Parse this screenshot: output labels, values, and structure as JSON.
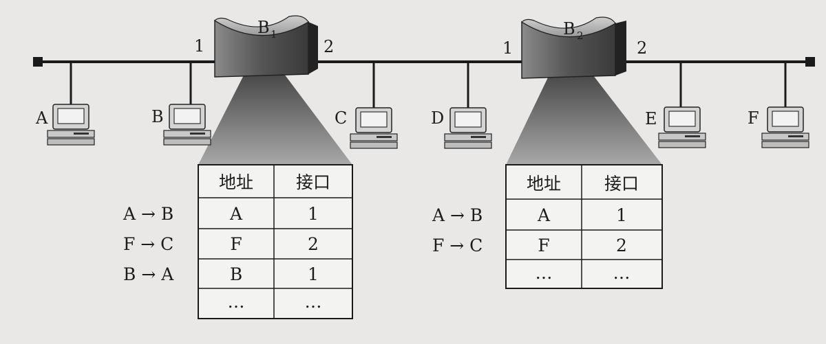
{
  "lan": {
    "hosts": [
      {
        "label": "A"
      },
      {
        "label": "B"
      },
      {
        "label": "C"
      },
      {
        "label": "D"
      },
      {
        "label": "E"
      },
      {
        "label": "F"
      }
    ],
    "bridges": [
      {
        "letter": "B",
        "index": "1",
        "port1": "1",
        "port2": "2"
      },
      {
        "letter": "B",
        "index": "2",
        "port1": "1",
        "port2": "2"
      }
    ]
  },
  "tables": [
    {
      "headers": [
        "地址",
        "接口"
      ],
      "rows": [
        [
          "A",
          "1"
        ],
        [
          "F",
          "2"
        ],
        [
          "B",
          "1"
        ],
        [
          "…",
          "…"
        ]
      ],
      "frames": [
        "A → B",
        "F → C",
        "B → A"
      ]
    },
    {
      "headers": [
        "地址",
        "接口"
      ],
      "rows": [
        [
          "A",
          "1"
        ],
        [
          "F",
          "2"
        ],
        [
          "…",
          "…"
        ]
      ],
      "frames": [
        "A → B",
        "F → C"
      ]
    }
  ],
  "colors": {
    "line": "#1a1a1a",
    "bridge_dark": "#3a3a3a",
    "bridge_light": "#b0b0b0",
    "cone_dark": "#4a4a4a",
    "cone_light": "#9a9a9a",
    "computer": "#cfcfcf"
  }
}
